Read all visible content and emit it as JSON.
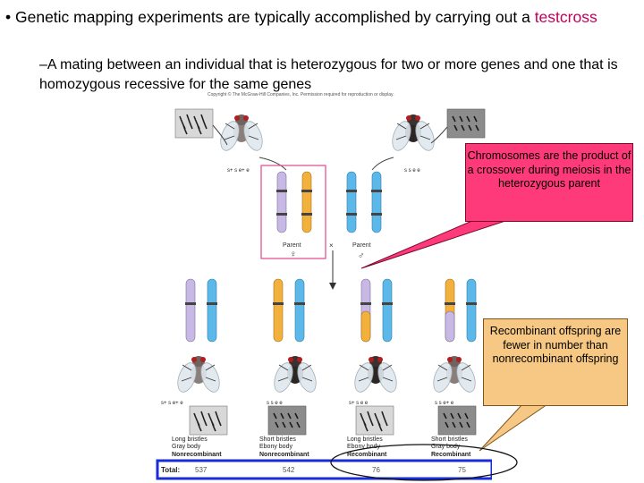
{
  "bullets": {
    "main_prefix": "• Genetic mapping experiments are typically accomplished by carrying out a ",
    "main_keyword": "testcross",
    "sub": "–A mating between an individual that is heterozygous for two or more genes and one that is homozygous recessive for the same genes"
  },
  "figure": {
    "copyright": "Copyright © The McGraw-Hill Companies, Inc. Permission required for reproduction or display.",
    "parent_left_genotype": "s+ s e+ e",
    "parent_right_genotype": "s s e e",
    "parent_label": "Parent",
    "cross_symbol": "×",
    "female_symbol": "♀",
    "male_symbol": "♂",
    "offspring": [
      {
        "genotype": "s+ s e+ e",
        "bristles": "Long bristles",
        "body": "Gray body",
        "class": "Nonrecombinant",
        "total": "537"
      },
      {
        "genotype": "s s e e",
        "bristles": "Short bristles",
        "body": "Ebony body",
        "class": "Nonrecombinant",
        "total": "542"
      },
      {
        "genotype": "s+ s e e",
        "bristles": "Long bristles",
        "body": "Ebony body",
        "class": "Recombinant",
        "total": "76"
      },
      {
        "genotype": "s s e+ e",
        "bristles": "Short bristles",
        "body": "Gray body",
        "class": "Recombinant",
        "total": "75"
      }
    ],
    "total_label": "Total:"
  },
  "callouts": {
    "crossover": "Chromosomes are the product of a crossover during meiosis in the heterozygous parent",
    "recombinant": "Recombinant offspring are fewer in number than nonrecombinant offspring"
  },
  "colors": {
    "keyword": "#c0005a",
    "callout_pink": "#ff3a7a",
    "callout_orange": "#f6c884",
    "chromosome_purple": "#c7b8e4",
    "chromosome_blue": "#5cb8e8",
    "chromosome_orange": "#f2b13c",
    "total_box": "#1a2bd8"
  }
}
